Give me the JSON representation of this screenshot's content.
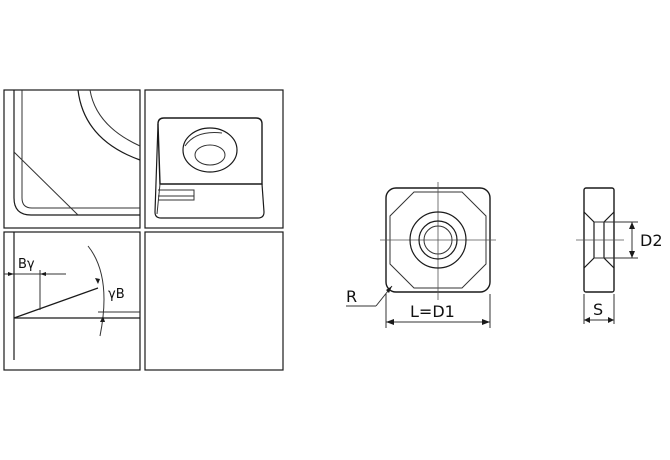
{
  "drawing": {
    "detail_labels": {
      "b_gamma": "Bγ",
      "gamma_b": "γB"
    },
    "dimension_labels": {
      "radius": "R",
      "length": "L=D1",
      "hole_diameter": "D2",
      "thickness": "S"
    },
    "line_color": "#1a1a1a",
    "background": "#ffffff"
  }
}
